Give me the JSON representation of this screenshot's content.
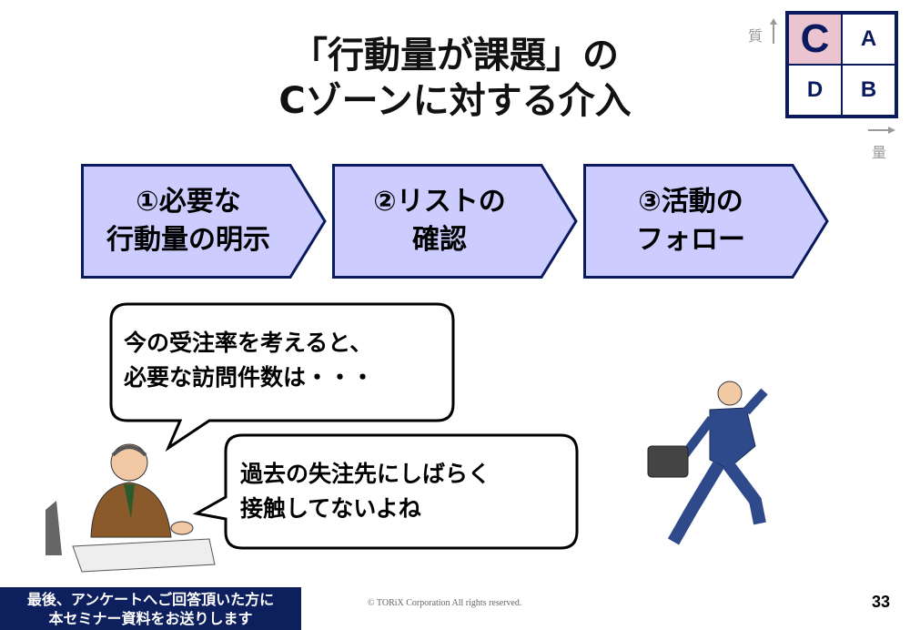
{
  "title": {
    "line1": "「行動量が課題」の",
    "line2": "Cゾーンに対する介入"
  },
  "matrix": {
    "cells": [
      "C",
      "A",
      "D",
      "B"
    ],
    "y_axis": "質",
    "x_axis": "量",
    "highlight_color": "#ebc4cf"
  },
  "steps": [
    {
      "line1": "①必要な",
      "line2": "行動量の明示"
    },
    {
      "line1": "②リストの",
      "line2": "確認"
    },
    {
      "line1": "③活動の",
      "line2": "フォロー"
    }
  ],
  "bubbles": [
    {
      "line1": "今の受注率を考えると、",
      "line2": "必要な訪問件数は・・・"
    },
    {
      "line1": "過去の失注先にしばらく",
      "line2": "接触してないよね"
    }
  ],
  "footer": {
    "notice_line1": "最後、アンケートへご回答頂いた方に",
    "notice_line2": "本セミナー資料をお送りします",
    "copyright": "© TORiX Corporation All rights reserved.",
    "page_number": "33"
  },
  "colors": {
    "chevron_fill": "#ccccff",
    "chevron_border": "#0a1a5e",
    "navy": "#0d1f5c"
  }
}
